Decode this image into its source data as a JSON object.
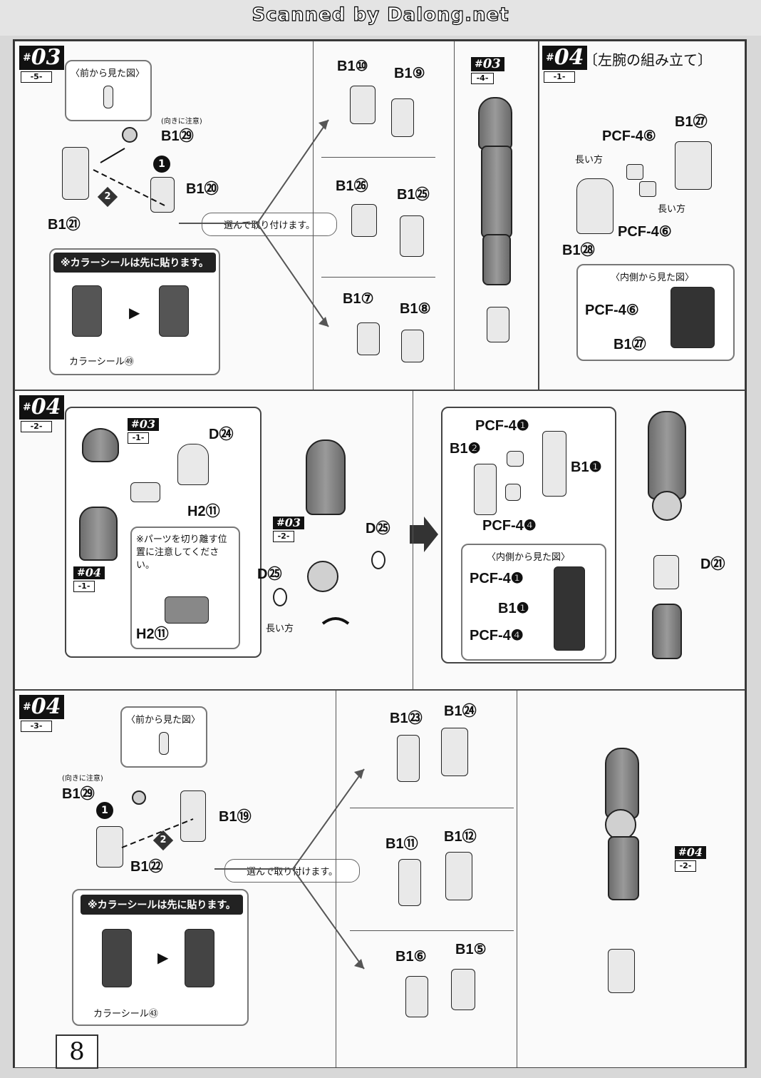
{
  "header": {
    "scan_credit": "Scanned by Dalong.net"
  },
  "page_number": "8",
  "step1": {
    "badge": "03",
    "sub": "-5-",
    "front_view": "〈前から見た図〉",
    "note_direction": "(向きに注意)",
    "parts": {
      "b129": "B1㉙",
      "b120": "B1⑳",
      "b121": "B1㉑",
      "b110": "B1⑩",
      "b19": "B1⑨",
      "b126": "B1㉖",
      "b125": "B1㉕",
      "b17": "B1⑦",
      "b18": "B1⑧"
    },
    "order1": "1",
    "order2": "2",
    "choose": "選んで取り付けます。",
    "sticker_first": "※カラーシールは先に貼ります。",
    "sticker": "カラーシール㊾",
    "ref_badge": "03",
    "ref_sub": "-4-"
  },
  "step2": {
    "badge": "04",
    "sub": "-1-",
    "title": "〔左腕の組み立て〕",
    "parts": {
      "b127": "B1㉗",
      "pcf46a": "PCF-4⑥",
      "pcf46b": "PCF-4⑥",
      "b128": "B1㉘",
      "pcf46c": "PCF-4⑥",
      "b127b": "B1㉗"
    },
    "long_side_a": "長い方",
    "long_side_b": "長い方",
    "inner_view": "〈内側から見た図〉"
  },
  "step3": {
    "badge": "04",
    "sub": "-2-",
    "ref1_badge": "03",
    "ref1_sub": "-1-",
    "ref2_badge": "04",
    "ref2_sub": "-1-",
    "ref3_badge": "03",
    "ref3_sub": "-2-",
    "parts": {
      "d24": "D㉔",
      "h211": "H2⑪",
      "h211b": "H2⑪",
      "d25a": "D㉕",
      "d25b": "D㉕",
      "pcf41": "PCF-4❶",
      "b12": "B1❷",
      "b11": "B1❶",
      "pcf44": "PCF-4❹",
      "pcf41b": "PCF-4❶",
      "b11b": "B1❶",
      "pcf44b": "PCF-4❹",
      "d21": "D㉑"
    },
    "note": "※パーツを切り離す位置に注意してください。",
    "long_side": "長い方",
    "inner_view": "〈内側から見た図〉"
  },
  "step4": {
    "badge": "04",
    "sub": "-3-",
    "front_view": "〈前から見た図〉",
    "note_direction": "(向きに注意)",
    "parts": {
      "b129": "B1㉙",
      "b119": "B1⑲",
      "b122": "B1㉒",
      "b123": "B1㉓",
      "b124": "B1㉔",
      "b111": "B1⑪",
      "b112": "B1⑫",
      "b16": "B1⑥",
      "b15": "B1⑤"
    },
    "order1": "1",
    "order2": "2",
    "choose": "選んで取り付けます。",
    "sticker_first": "※カラーシールは先に貼ります。",
    "sticker": "カラーシール㊸",
    "ref_badge": "04",
    "ref_sub": "-2-"
  }
}
